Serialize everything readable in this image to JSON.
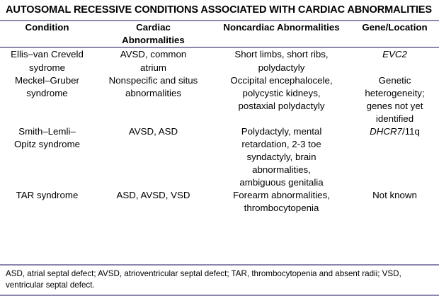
{
  "figure": {
    "title": "AUTOSOMAL RECESSIVE CONDITIONS ASSOCIATED WITH CARDIAC ABNORMALITIES",
    "rule_color": "#8a88ae",
    "background_color": "#ffffff",
    "text_color": "#000000"
  },
  "table": {
    "columns": [
      {
        "key": "condition",
        "header_line1": "",
        "header_line2": "Condition"
      },
      {
        "key": "cardiac",
        "header_line1": "Cardiac",
        "header_line2": "Abnormalities"
      },
      {
        "key": "noncardiac",
        "header_line1": "",
        "header_line2": "Noncardiac Abnormalities"
      },
      {
        "key": "gene",
        "header_line1": "",
        "header_line2": "Gene/Location"
      }
    ],
    "rows": [
      {
        "condition": [
          "Ellis–van Creveld",
          "sydrome"
        ],
        "cardiac": [
          "AVSD, common",
          "atrium"
        ],
        "noncardiac": [
          "Short limbs, short ribs,",
          "polydactyly"
        ],
        "gene": [
          "EVC2"
        ],
        "gene_italic": true,
        "gene_italic_prefix": "EVC2",
        "gene_roman_suffix": ""
      },
      {
        "condition": [
          "Meckel–Gruber",
          "syndrome"
        ],
        "cardiac": [
          "Nonspecific and situs",
          "abnormalities"
        ],
        "noncardiac": [
          "Occipital encephalocele,",
          "polycystic kidneys,",
          "postaxial polydactyly"
        ],
        "gene": [
          "Genetic",
          "heterogeneity;",
          "genes not yet",
          "identified"
        ],
        "gene_italic": false,
        "gene_italic_prefix": "",
        "gene_roman_suffix": ""
      },
      {
        "condition": [
          "Smith–Lemli–",
          "Opitz syndrome"
        ],
        "cardiac": [
          "AVSD, ASD"
        ],
        "noncardiac": [
          "Polydactyly, mental",
          "retardation, 2-3 toe",
          "syndactyly, brain",
          "abnormalities,",
          "ambiguous genitalia"
        ],
        "gene": [
          "DHCR7/11q"
        ],
        "gene_italic": true,
        "gene_italic_prefix": "DHCR7",
        "gene_roman_suffix": "/11q"
      },
      {
        "condition": [
          "TAR syndrome"
        ],
        "cardiac": [
          "ASD, AVSD, VSD"
        ],
        "noncardiac": [
          "Forearm abnormalities,",
          "thrombocytopenia"
        ],
        "gene": [
          "Not known"
        ],
        "gene_italic": false,
        "gene_italic_prefix": "",
        "gene_roman_suffix": ""
      }
    ]
  },
  "footnote": {
    "text": "ASD, atrial septal defect; AVSD, atrioventricular septal defect; TAR, thrombocytopenia and absent radii; VSD, ventricular septal defect."
  }
}
